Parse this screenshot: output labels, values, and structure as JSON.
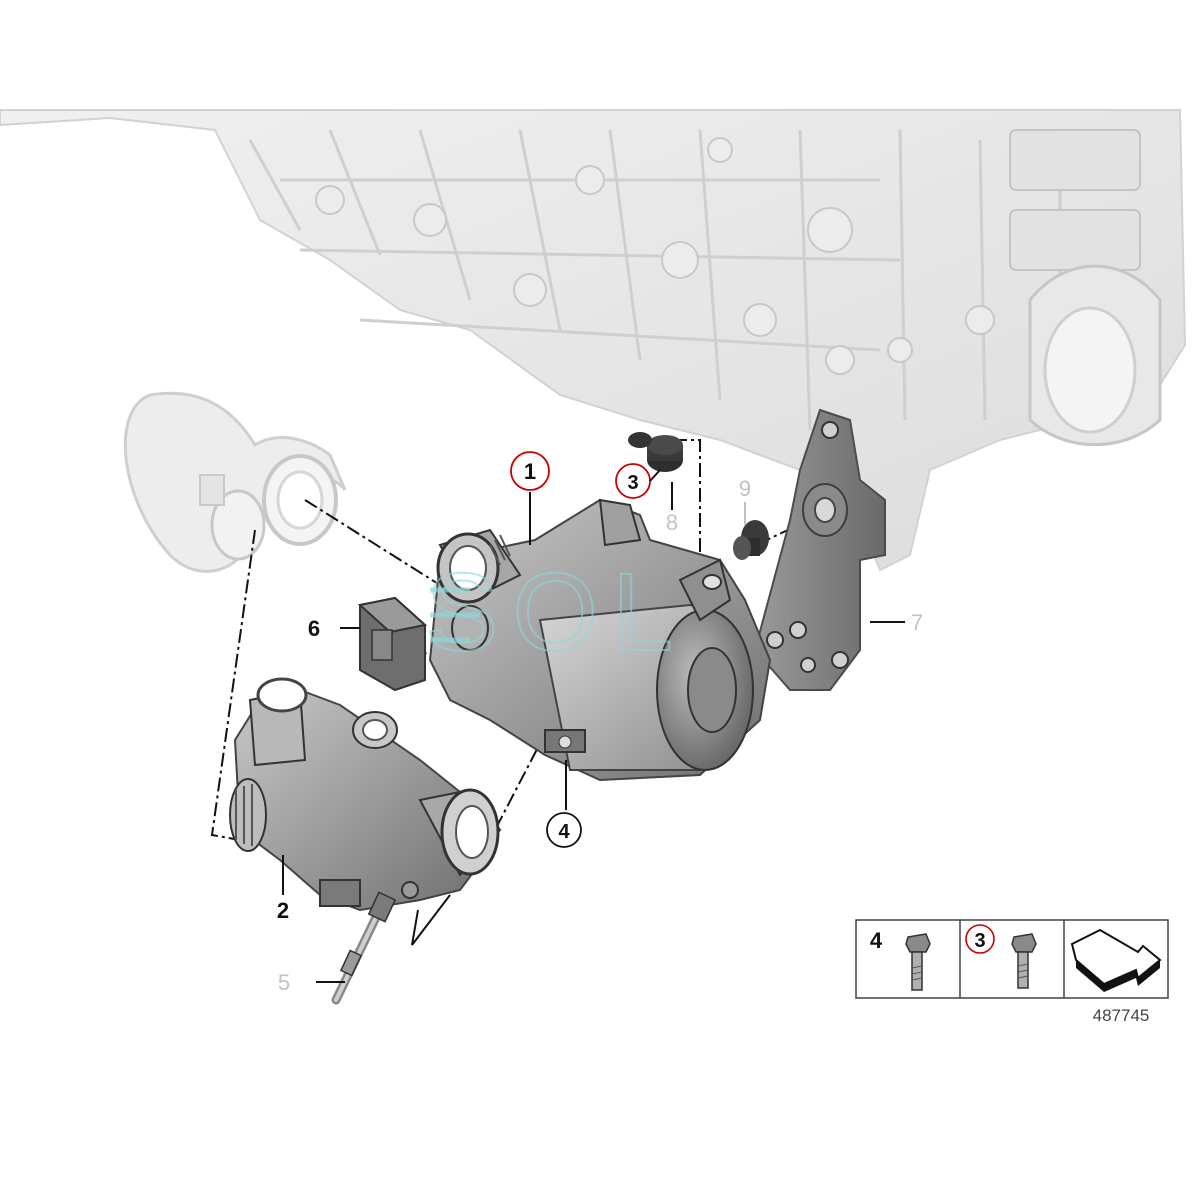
{
  "diagram": {
    "callouts": {
      "c1": "1",
      "c2": "2",
      "c3": "3",
      "c4": "4",
      "c5": "5",
      "c6": "6",
      "c7": "7",
      "c8": "8",
      "c9": "9"
    },
    "legend": {
      "item_a_number": "4",
      "item_b_number": "3"
    },
    "diagram_number": "487745",
    "watermark": "SOL",
    "colors": {
      "highlight_circle": "#cc0000",
      "engine_block": "#e6e6e6",
      "pump_body": "#9a9a9a",
      "bracket": "#7a7a7a",
      "watermark": "#8fd6dc"
    }
  }
}
